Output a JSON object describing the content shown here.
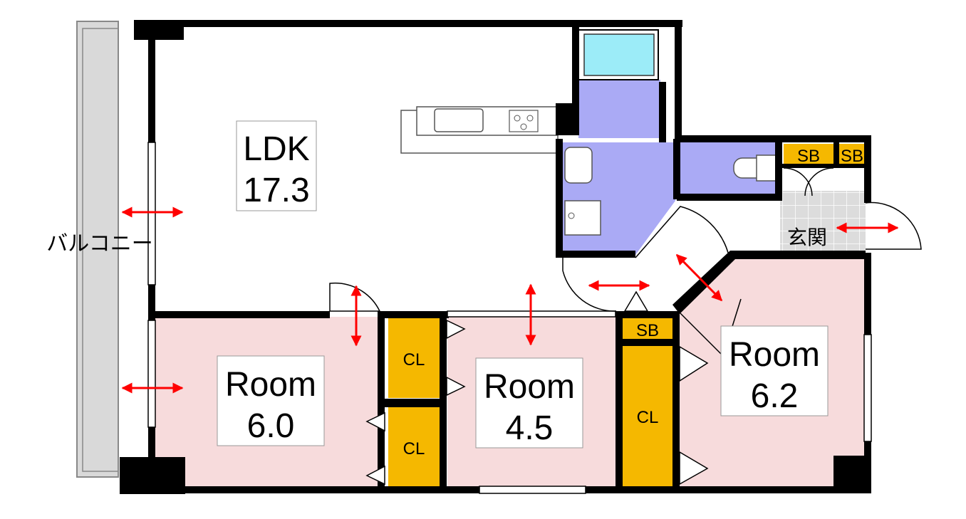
{
  "rooms": {
    "ldk": {
      "name": "LDK",
      "size": "17.3"
    },
    "room_west": {
      "name": "Room",
      "size": "6.0"
    },
    "room_mid": {
      "name": "Room",
      "size": "4.5"
    },
    "room_east": {
      "name": "Room",
      "size": "6.2"
    }
  },
  "labels": {
    "balcony": "バルコニー",
    "entrance": "玄関",
    "closet": "CL",
    "shoe_box": "SB"
  },
  "colors": {
    "wall": "#000000",
    "room_fill": "#f7dbdc",
    "floor_fill": "#ffffff",
    "wet_area": "#aaaaf5",
    "storage": "#f5b800",
    "bath_tub": "#9cecf8",
    "balcony_fill": "#d9d9d9",
    "entrance_tile": "#dcdcdc",
    "arrow": "#ff0000"
  }
}
